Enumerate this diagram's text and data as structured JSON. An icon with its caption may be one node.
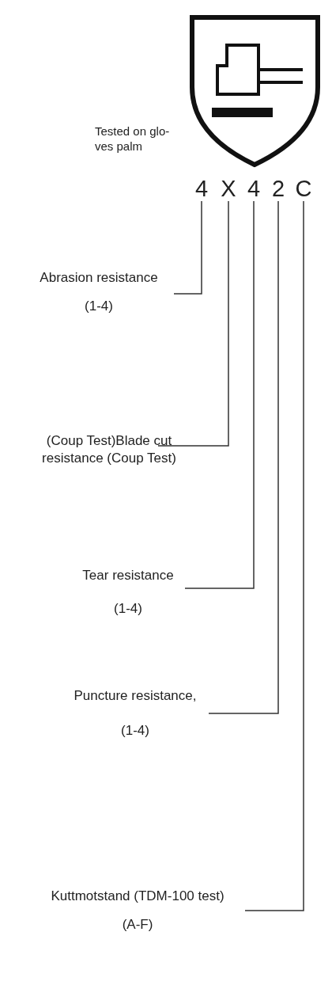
{
  "diagram": {
    "nodes": [
      {
        "text": [
          "4"
        ]
      },
      {
        "text": [
          "X"
        ]
      },
      {
        "text": [
          "4"
        ]
      },
      {
        "text": [
          "2"
        ]
      },
      {
        "text": [
          "C"
        ]
      },
      {
        "text": [
          "Abrasion resistance",
          "(1-4)"
        ]
      },
      {
        "text": [
          "(Coup Test)Blade cut resistance (Coup Test)"
        ]
      },
      {
        "text": [
          "Tear resistance",
          "(1-4)"
        ]
      },
      {
        "text": [
          "Puncture resistance,",
          "(1-4)"
        ]
      },
      {
        "text": [
          "Kuttmotstand (TDM-100 test)",
          "(A-F)"
        ]
      }
    ],
    "edges": [
      {
        "from": 5,
        "to": 0,
        "arrow": "none"
      },
      {
        "from": 6,
        "to": 1,
        "arrow": "none"
      },
      {
        "from": 7,
        "to": 2,
        "arrow": "none"
      },
      {
        "from": 8,
        "to": 3,
        "arrow": "none"
      },
      {
        "from": 9,
        "to": 4,
        "arrow": "none"
      }
    ],
    "labels": [
      "Tested on glo- ves palm"
    ]
  }
}
